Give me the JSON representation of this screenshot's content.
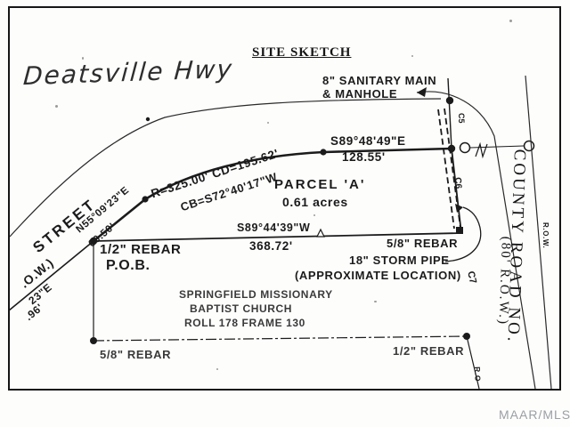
{
  "page": {
    "handwritten_title": "Deatsville Hwy",
    "heading": "SITE SKETCH",
    "watermark": "MAAR/MLS"
  },
  "colors": {
    "ink": "#1b1b1b",
    "paper": "#fdfdfc",
    "watermark_gray": "#9aa0a4"
  },
  "labels": {
    "sanitary_line1": "8\" SANITARY MAIN",
    "sanitary_line2": "& MANHOLE",
    "bearing_top": "S89°48'49\"E",
    "dist_top": "128.55'",
    "curve_data": "R=325.00'  CD=195.62'",
    "curve_chord": "CB=S72°40'17\"W",
    "parcel_name": "PARCEL 'A'",
    "parcel_area": "0.61 acres",
    "bearing_left": "N55°09'23\"E",
    "dist_left": "60.50'",
    "street": "STREET",
    "street_row_fragment": ".O.W.)",
    "bearing_fragment": "23\"E",
    "dist_fragment": ".96'",
    "rebar_pob": "1/2\" REBAR",
    "pob": "P.O.B.",
    "bearing_bottom": "S89°44'39\"W",
    "dist_bottom": "368.72'",
    "rebar_58_right": "5/8\" REBAR",
    "storm_pipe": "18\" STORM PIPE",
    "storm_pipe_approx": "(APPROXIMATE LOCATION)",
    "owner_line1": "SPRINGFIELD MISSIONARY",
    "owner_line2": "BAPTIST CHURCH",
    "owner_line3": "ROLL 178 FRAME 130",
    "rebar_58_bottom": "5/8\" REBAR",
    "rebar_12_bottom": "1/2\" REBAR",
    "county_road": "COUNTY ROAD NO.",
    "county_road_row": "(80' R.O.W.)",
    "row_small": "R.O.W.",
    "ro_small": "R.O",
    "curve_c5": "C5",
    "curve_c6": "C6",
    "curve_c7": "C7"
  }
}
